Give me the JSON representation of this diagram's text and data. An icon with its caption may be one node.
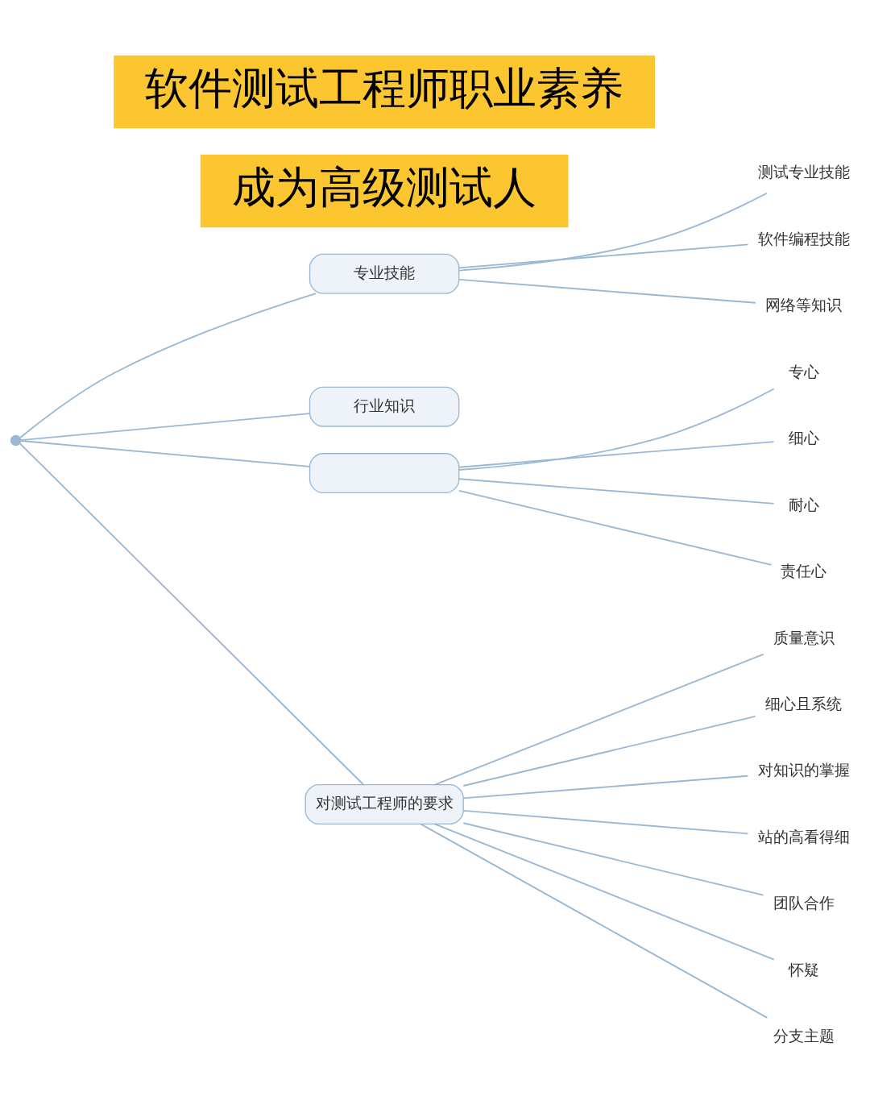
{
  "diagram": {
    "nodes": [
      {
        "text": [
          "专业技能"
        ]
      },
      {
        "text": [
          "测试专业技能"
        ]
      },
      {
        "text": [
          "软件编程技能"
        ]
      },
      {
        "text": [
          "网络等知识"
        ]
      },
      {
        "text": [
          "行业知识"
        ]
      },
      {
        "text": [],
        "shape": "box"
      },
      {
        "text": [
          "专心"
        ]
      },
      {
        "text": [
          "细心"
        ]
      },
      {
        "text": [
          "耐心"
        ]
      },
      {
        "text": [
          "责任心"
        ]
      },
      {
        "text": [
          "成为高级测试人"
        ]
      },
      {
        "text": [
          "软件测试工程师职业素养"
        ]
      },
      {
        "text": [
          "对测试工程师的要求"
        ]
      },
      {
        "text": [
          "质量意识"
        ]
      },
      {
        "text": [
          "细心且系统"
        ]
      },
      {
        "text": [
          "对知识的掌握"
        ]
      },
      {
        "text": [
          "站的高看得细"
        ]
      },
      {
        "text": [
          "团队合作"
        ]
      },
      {
        "text": [
          "怀疑"
        ]
      },
      {
        "text": [
          "分支主题"
        ]
      },
      {
        "text": [],
        "shape": "circle"
      }
    ],
    "edges": [
      {
        "from": 20,
        "to": 0,
        "arrow": "none"
      },
      {
        "from": 0,
        "to": 1,
        "arrow": "none"
      },
      {
        "from": 0,
        "to": 2,
        "arrow": "none"
      },
      {
        "from": 0,
        "to": 3,
        "arrow": "none"
      },
      {
        "from": 20,
        "to": 4,
        "arrow": "none"
      },
      {
        "from": 20,
        "to": 5,
        "arrow": "none"
      },
      {
        "from": 5,
        "to": 6,
        "arrow": "none"
      },
      {
        "from": 5,
        "to": 7,
        "arrow": "none"
      },
      {
        "from": 5,
        "to": 8,
        "arrow": "none"
      },
      {
        "from": 5,
        "to": 9,
        "arrow": "none"
      },
      {
        "from": 20,
        "to": 12,
        "arrow": "none"
      },
      {
        "from": 12,
        "to": 13,
        "arrow": "none"
      },
      {
        "from": 12,
        "to": 14,
        "arrow": "none"
      },
      {
        "from": 12,
        "to": 15,
        "arrow": "none"
      },
      {
        "from": 12,
        "to": 16,
        "arrow": "none"
      },
      {
        "from": 12,
        "to": 17,
        "arrow": "none"
      },
      {
        "from": 12,
        "to": 18,
        "arrow": "none"
      },
      {
        "from": 12,
        "to": 19,
        "arrow": "none"
      }
    ]
  }
}
